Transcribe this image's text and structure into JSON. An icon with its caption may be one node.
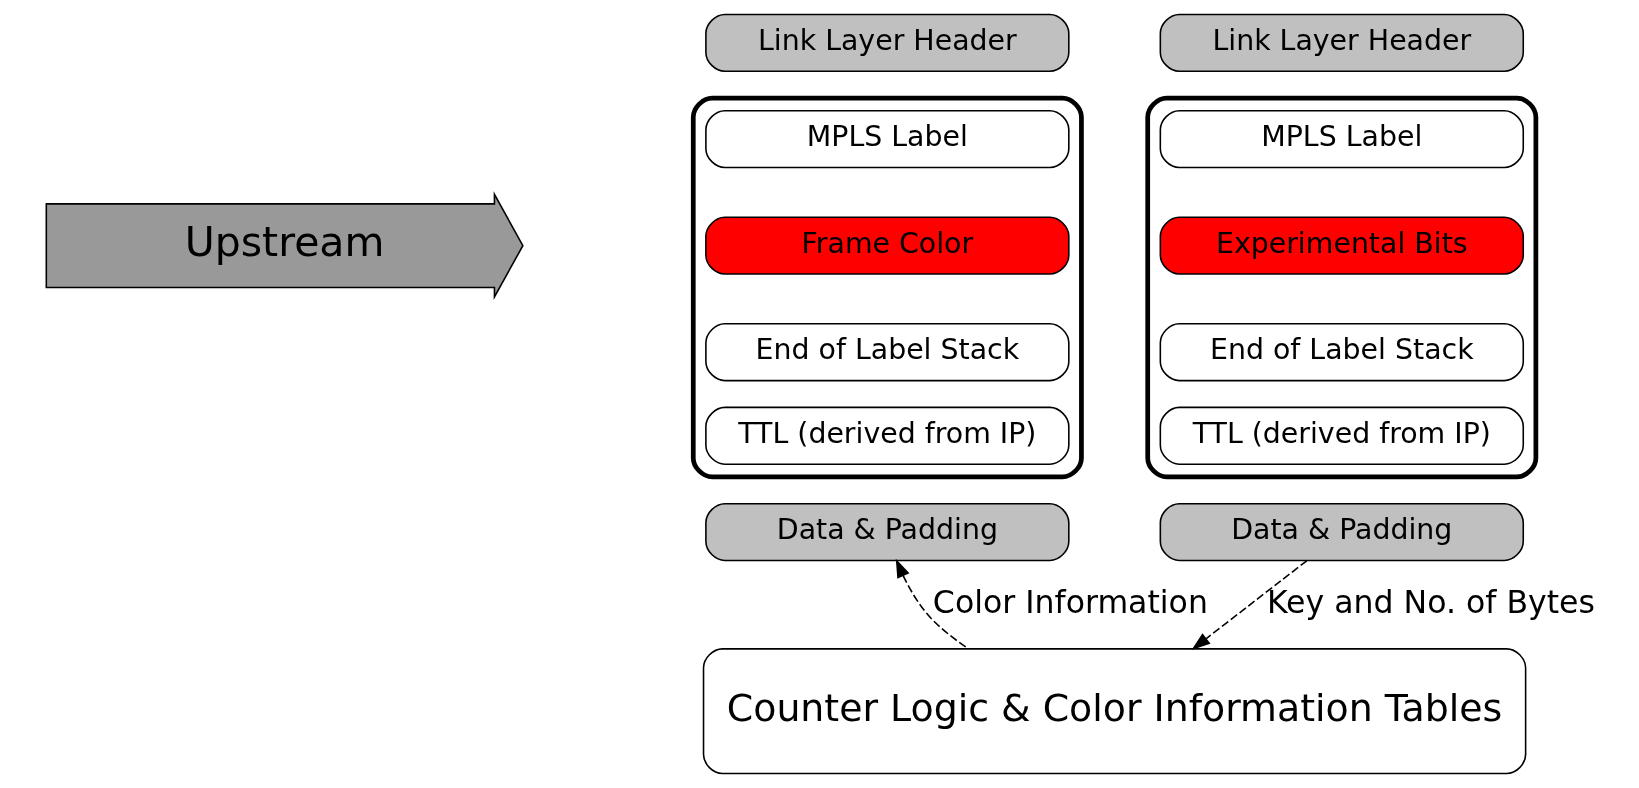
{
  "diagram": {
    "nodes": [
      {
        "text": [
          "Upstream"
        ]
      },
      {
        "text": [
          "Link Layer Header"
        ]
      },
      {
        "text": [],
        "shape": "box"
      },
      {
        "text": [
          "MPLS Label"
        ],
        "in": 2
      },
      {
        "text": [
          "Experimental Bits"
        ],
        "in": 2
      },
      {
        "text": [
          "End of Label Stack"
        ],
        "in": 2
      },
      {
        "text": [
          "TTL (derived from IP)"
        ],
        "in": 2
      },
      {
        "text": [
          "Data & Padding"
        ]
      },
      {
        "text": [
          "Link Layer Header"
        ]
      },
      {
        "text": [],
        "shape": "box"
      },
      {
        "text": [
          "MPLS Label"
        ],
        "in": 9
      },
      {
        "text": [
          "Frame Color"
        ],
        "in": 9
      },
      {
        "text": [
          "End of Label Stack"
        ],
        "in": 9
      },
      {
        "text": [
          "TTL (derived from IP)"
        ],
        "in": 9
      },
      {
        "text": [
          "Data & Padding"
        ]
      },
      {
        "text": [
          "Counter Logic & Color Information Tables"
        ]
      }
    ],
    "edges": [
      {
        "from": 7,
        "to": 15,
        "arrow": "to",
        "style": "dashed",
        "label": "Key and No. of Bytes"
      },
      {
        "from": 15,
        "to": 14,
        "arrow": "to",
        "style": "dashed",
        "label": "Color Information"
      }
    ]
  }
}
